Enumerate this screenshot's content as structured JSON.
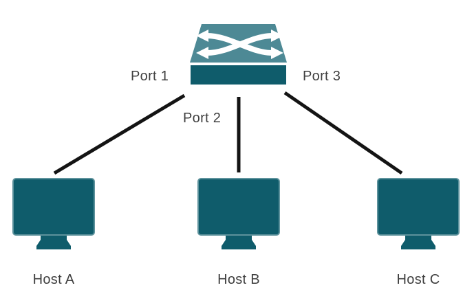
{
  "diagram": {
    "type": "network-topology",
    "switch": {
      "icon": "lan-switch-icon"
    },
    "ports": [
      {
        "label": "Port 1"
      },
      {
        "label": "Port 2"
      },
      {
        "label": "Port 3"
      }
    ],
    "hosts": [
      {
        "label": "Host A"
      },
      {
        "label": "Host B"
      },
      {
        "label": "Host C"
      }
    ],
    "connections": [
      {
        "from": "switch",
        "port": "Port 1",
        "to": "Host A"
      },
      {
        "from": "switch",
        "port": "Port 2",
        "to": "Host B"
      },
      {
        "from": "switch",
        "port": "Port 3",
        "to": "Host C"
      }
    ],
    "colors": {
      "background": "#ffffff",
      "switch_top": "#4d8995",
      "switch_front": "#0f5c6b",
      "monitor_fill": "#0f5c6b",
      "monitor_edge": "#5d929c",
      "line": "#141414",
      "label_text": "#3f3f3f",
      "arrow": "#ffffff"
    }
  }
}
